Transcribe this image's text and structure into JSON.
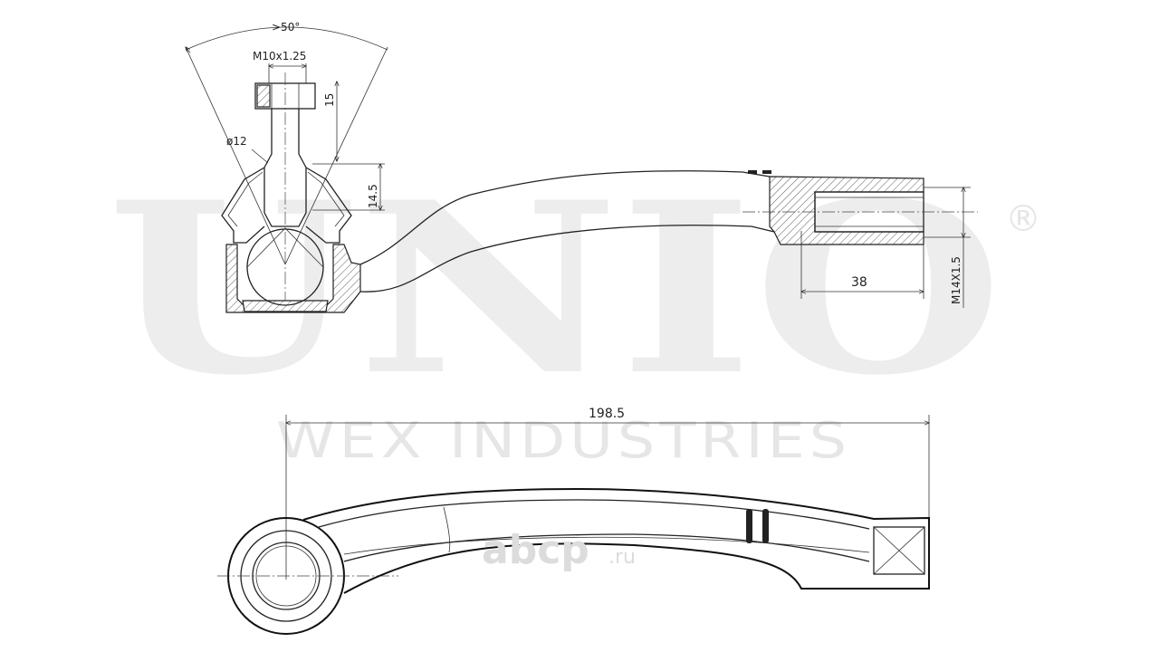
{
  "watermark": {
    "brand": "UNIO",
    "registered": "®",
    "company": "WEX INDUSTRIES"
  },
  "site_watermark": {
    "name": "abcp",
    "suffix": ".ru"
  },
  "dimensions": {
    "angle": ">50°",
    "thread_stud": "M10x1.25",
    "stud_len": "15",
    "diameter": "ø12",
    "height": "14.5",
    "thread_depth": "38",
    "thread_main": "M14X1.5",
    "overall_length": "198.5"
  }
}
